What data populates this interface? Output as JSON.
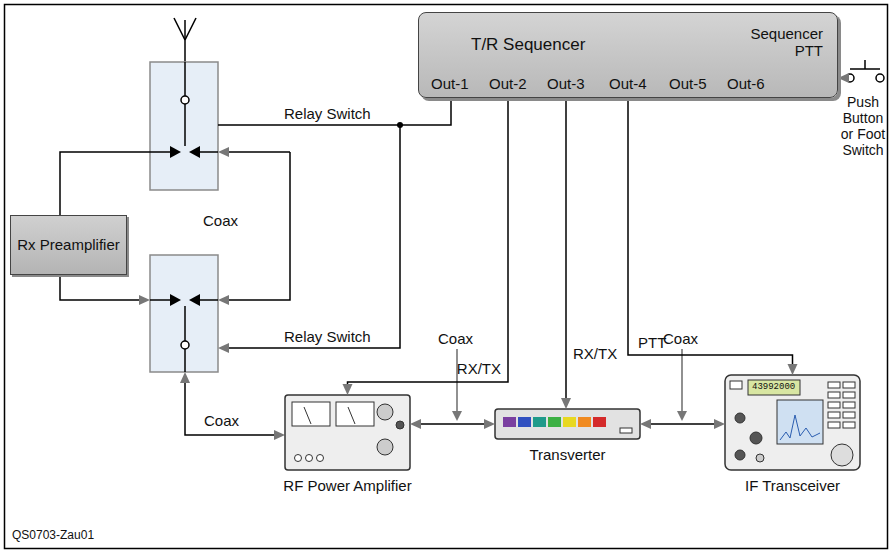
{
  "diagram": {
    "nodes": [
      {
        "text": [
          "T/R Sequencer",
          "Sequencer PTT",
          "Out-1",
          "Out-2",
          "Out-3",
          "Out-4",
          "Out-5",
          "Out-6"
        ]
      },
      {
        "text": [
          "Push Button or Foot Switch"
        ]
      },
      {
        "text": [
          "Rx Preamplifier"
        ]
      },
      {
        "text": [
          "RF Power Amplifier"
        ]
      },
      {
        "text": [
          "Transverter"
        ]
      },
      {
        "text": [
          "IF Transceiver"
        ]
      }
    ],
    "edges": [
      {
        "from": 1,
        "to": 0,
        "arrow": "to"
      },
      {
        "from": 0,
        "to": 3,
        "label": "RX/TX",
        "arrow": "to"
      },
      {
        "from": 0,
        "to": 4,
        "label": "RX/TX",
        "arrow": "to"
      },
      {
        "from": 0,
        "to": 5,
        "label": "PTT",
        "arrow": "to"
      },
      {
        "from": 3,
        "to": 4,
        "arrow": "both"
      },
      {
        "from": 4,
        "to": 5,
        "arrow": "both"
      }
    ],
    "labels": [
      "Relay Switch",
      "Relay Switch",
      "Coax",
      "Coax",
      "Coax",
      "Coax",
      "43992000",
      "QS0703-Zau01"
    ]
  }
}
